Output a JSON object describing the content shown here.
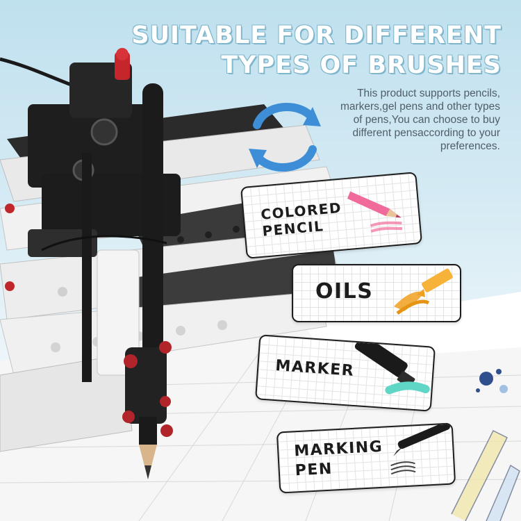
{
  "headline": {
    "line1": "SUITABLE FOR DIFFERENT",
    "line2": "TYPES OF BRUSHES"
  },
  "description": "This product supports pencils, markers,gel pens and other types of pens,You can choose to buy different pensaccording to your preferences.",
  "pen_types": [
    {
      "label": "COLORED\nPENCIL",
      "icon": "colored-pencil-icon"
    },
    {
      "label": "OILS",
      "icon": "oil-pastel-icon"
    },
    {
      "label": "MARKER",
      "icon": "marker-icon"
    },
    {
      "label": "MARKING\nPEN",
      "icon": "marking-pen-icon"
    }
  ],
  "colors": {
    "accent_blue": "#3d8ed6",
    "pencil_pink": "#f06b9b",
    "oil_orange": "#f0a020",
    "marker_teal": "#5fd6c6",
    "card_border": "#1d1d1d"
  }
}
